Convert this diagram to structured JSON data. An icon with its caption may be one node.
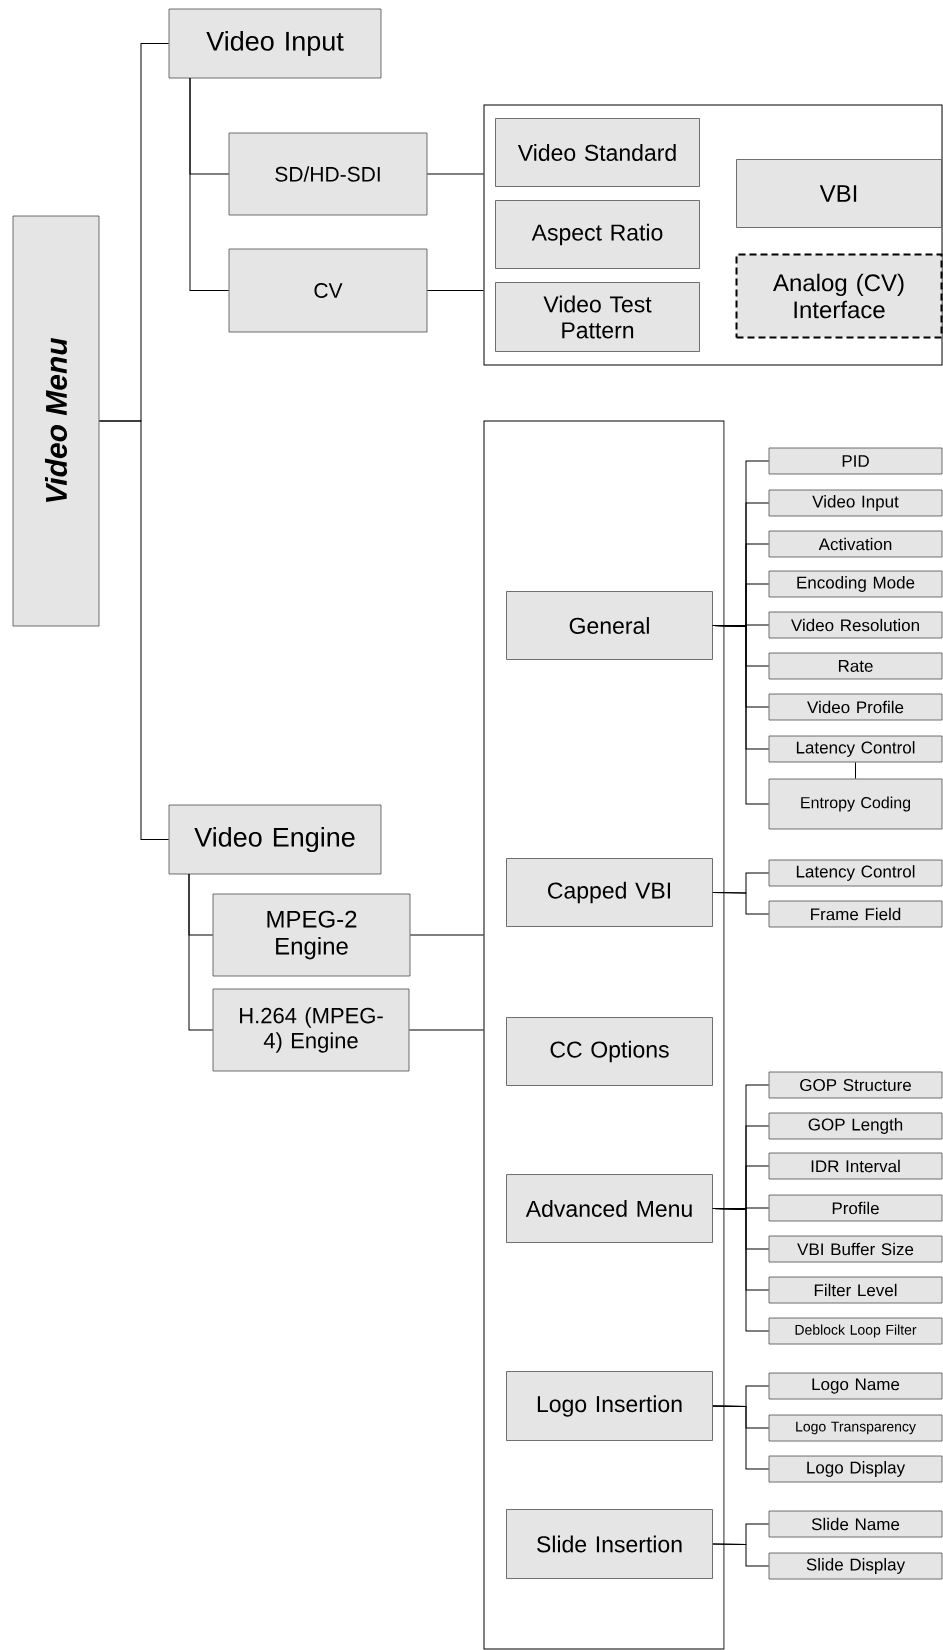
{
  "diagram": {
    "nodes": [
      {
        "text": [
          "Video Menu"
        ]
      },
      {
        "text": [
          "Video Input"
        ]
      },
      {
        "text": [
          "SD/HD-SDI"
        ]
      },
      {
        "text": [
          "CV"
        ]
      },
      {
        "text": [],
        "shape": "box"
      },
      {
        "text": [
          "Video Standard"
        ],
        "in": 4
      },
      {
        "text": [
          "Aspect Ratio"
        ],
        "in": 4
      },
      {
        "text": [
          "Video Test Pattern"
        ],
        "in": 4
      },
      {
        "text": [
          "VBI"
        ],
        "in": 4
      },
      {
        "text": [
          "Analog (CV) Interface"
        ],
        "in": 4
      },
      {
        "text": [
          "Video Engine"
        ]
      },
      {
        "text": [
          "MPEG-2 Engine"
        ]
      },
      {
        "text": [
          "H.264 (MPEG-4) Engine"
        ]
      },
      {
        "text": [],
        "shape": "box"
      },
      {
        "text": [
          "General"
        ],
        "in": 13
      },
      {
        "text": [
          "PID"
        ]
      },
      {
        "text": [
          "Video Input"
        ]
      },
      {
        "text": [
          "Activation"
        ]
      },
      {
        "text": [
          "Encoding Mode"
        ]
      },
      {
        "text": [
          "Video Resolution"
        ]
      },
      {
        "text": [
          "Rate"
        ]
      },
      {
        "text": [
          "Video Profile"
        ]
      },
      {
        "text": [
          "Latency Control"
        ]
      },
      {
        "text": [
          "Entropy Coding"
        ]
      },
      {
        "text": [
          "Capped VBI"
        ],
        "in": 13
      },
      {
        "text": [
          "Latency Control"
        ]
      },
      {
        "text": [
          "Frame Field"
        ]
      },
      {
        "text": [
          "CC Options"
        ],
        "in": 13
      },
      {
        "text": [
          "Advanced Menu"
        ],
        "in": 13
      },
      {
        "text": [
          "GOP Structure"
        ]
      },
      {
        "text": [
          "GOP Length"
        ]
      },
      {
        "text": [
          "IDR Interval"
        ]
      },
      {
        "text": [
          "Profile"
        ]
      },
      {
        "text": [
          "VBI Buffer Size"
        ]
      },
      {
        "text": [
          "Filter Level"
        ]
      },
      {
        "text": [
          "Deblock Loop Filter"
        ]
      },
      {
        "text": [
          "Logo Insertion"
        ],
        "in": 13
      },
      {
        "text": [
          "Logo Name"
        ]
      },
      {
        "text": [
          "Logo Transparency"
        ]
      },
      {
        "text": [
          "Logo Display"
        ]
      },
      {
        "text": [
          "Slide Insertion"
        ],
        "in": 13
      },
      {
        "text": [
          "Slide Name"
        ]
      },
      {
        "text": [
          "Slide Display"
        ]
      }
    ],
    "edges": [
      {
        "from": 0,
        "to": 1,
        "arrow": "none"
      },
      {
        "from": 0,
        "to": 10,
        "arrow": "none"
      },
      {
        "from": 1,
        "to": 2,
        "arrow": "none"
      },
      {
        "from": 1,
        "to": 3,
        "arrow": "none"
      },
      {
        "from": 2,
        "to": 4,
        "arrow": "none"
      },
      {
        "from": 3,
        "to": 4,
        "arrow": "none"
      },
      {
        "from": 10,
        "to": 11,
        "arrow": "none"
      },
      {
        "from": 10,
        "to": 12,
        "arrow": "none"
      },
      {
        "from": 11,
        "to": 13,
        "arrow": "none"
      },
      {
        "from": 12,
        "to": 13,
        "arrow": "none"
      },
      {
        "from": 14,
        "to": 15,
        "arrow": "none"
      },
      {
        "from": 14,
        "to": 16,
        "arrow": "none"
      },
      {
        "from": 14,
        "to": 17,
        "arrow": "none"
      },
      {
        "from": 14,
        "to": 18,
        "arrow": "none"
      },
      {
        "from": 14,
        "to": 19,
        "arrow": "none"
      },
      {
        "from": 14,
        "to": 20,
        "arrow": "none"
      },
      {
        "from": 14,
        "to": 21,
        "arrow": "none"
      },
      {
        "from": 14,
        "to": 22,
        "arrow": "none"
      },
      {
        "from": 14,
        "to": 23,
        "arrow": "none"
      },
      {
        "from": 22,
        "to": 23,
        "arrow": "none"
      },
      {
        "from": 24,
        "to": 25,
        "arrow": "none"
      },
      {
        "from": 24,
        "to": 26,
        "arrow": "none"
      },
      {
        "from": 28,
        "to": 29,
        "arrow": "none"
      },
      {
        "from": 28,
        "to": 30,
        "arrow": "none"
      },
      {
        "from": 28,
        "to": 31,
        "arrow": "none"
      },
      {
        "from": 28,
        "to": 32,
        "arrow": "none"
      },
      {
        "from": 28,
        "to": 33,
        "arrow": "none"
      },
      {
        "from": 28,
        "to": 34,
        "arrow": "none"
      },
      {
        "from": 28,
        "to": 35,
        "arrow": "none"
      },
      {
        "from": 36,
        "to": 37,
        "arrow": "none"
      },
      {
        "from": 36,
        "to": 38,
        "arrow": "none"
      },
      {
        "from": 36,
        "to": 39,
        "arrow": "none"
      },
      {
        "from": 40,
        "to": 41,
        "arrow": "none"
      },
      {
        "from": 40,
        "to": 42,
        "arrow": "none"
      }
    ]
  }
}
